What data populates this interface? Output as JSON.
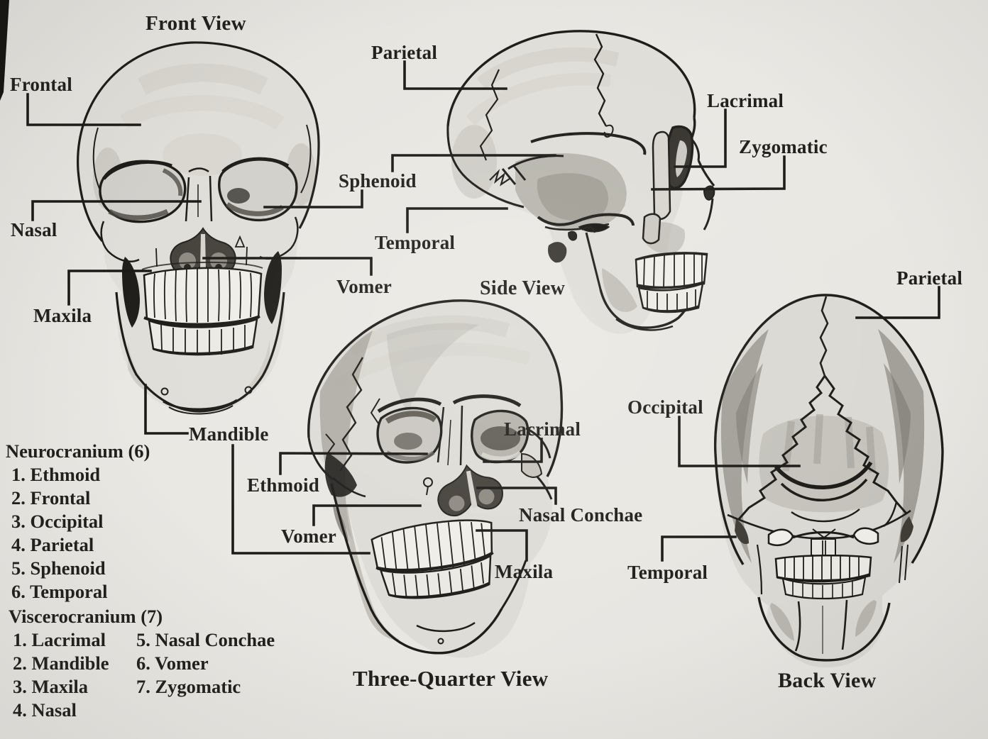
{
  "page": {
    "paper_color": "#e8e6e1",
    "ink_color": "#211f1c",
    "sheet_type": "hand-drawn skull anatomy study"
  },
  "titles": {
    "front": "Front View",
    "side": "Side View",
    "three_quarter": "Three-Quarter View",
    "back": "Back View"
  },
  "labels": {
    "frontal": "Frontal",
    "nasal": "Nasal",
    "maxila_front": "Maxila",
    "sphenoid": "Sphenoid",
    "vomer_front": "Vomer",
    "mandible": "Mandible",
    "parietal_side": "Parietal",
    "temporal_side": "Temporal",
    "lacrimal_side": "Lacrimal",
    "zygomatic": "Zygomatic",
    "lacrimal_tq": "Lacrimal",
    "ethmoid": "Ethmoid",
    "vomer_tq": "Vomer",
    "nasal_conchae": "Nasal Conchae",
    "maxila_tq": "Maxila",
    "occipital": "Occipital",
    "temporal_back": "Temporal",
    "parietal_back": "Parietal"
  },
  "legend": {
    "neurocranium_title": "Neurocranium (6)",
    "neurocranium_items": [
      "1. Ethmoid",
      "2. Frontal",
      "3. Occipital",
      "4. Parietal",
      "5. Sphenoid",
      "6. Temporal"
    ],
    "viscerocranium_title": "Viscerocranium (7)",
    "viscerocranium_col1": [
      "1. Lacrimal",
      "2. Mandible",
      "3. Maxila",
      "4. Nasal"
    ],
    "viscerocranium_col2": [
      "5. Nasal Conchae",
      "6. Vomer",
      "7. Zygomatic"
    ]
  }
}
